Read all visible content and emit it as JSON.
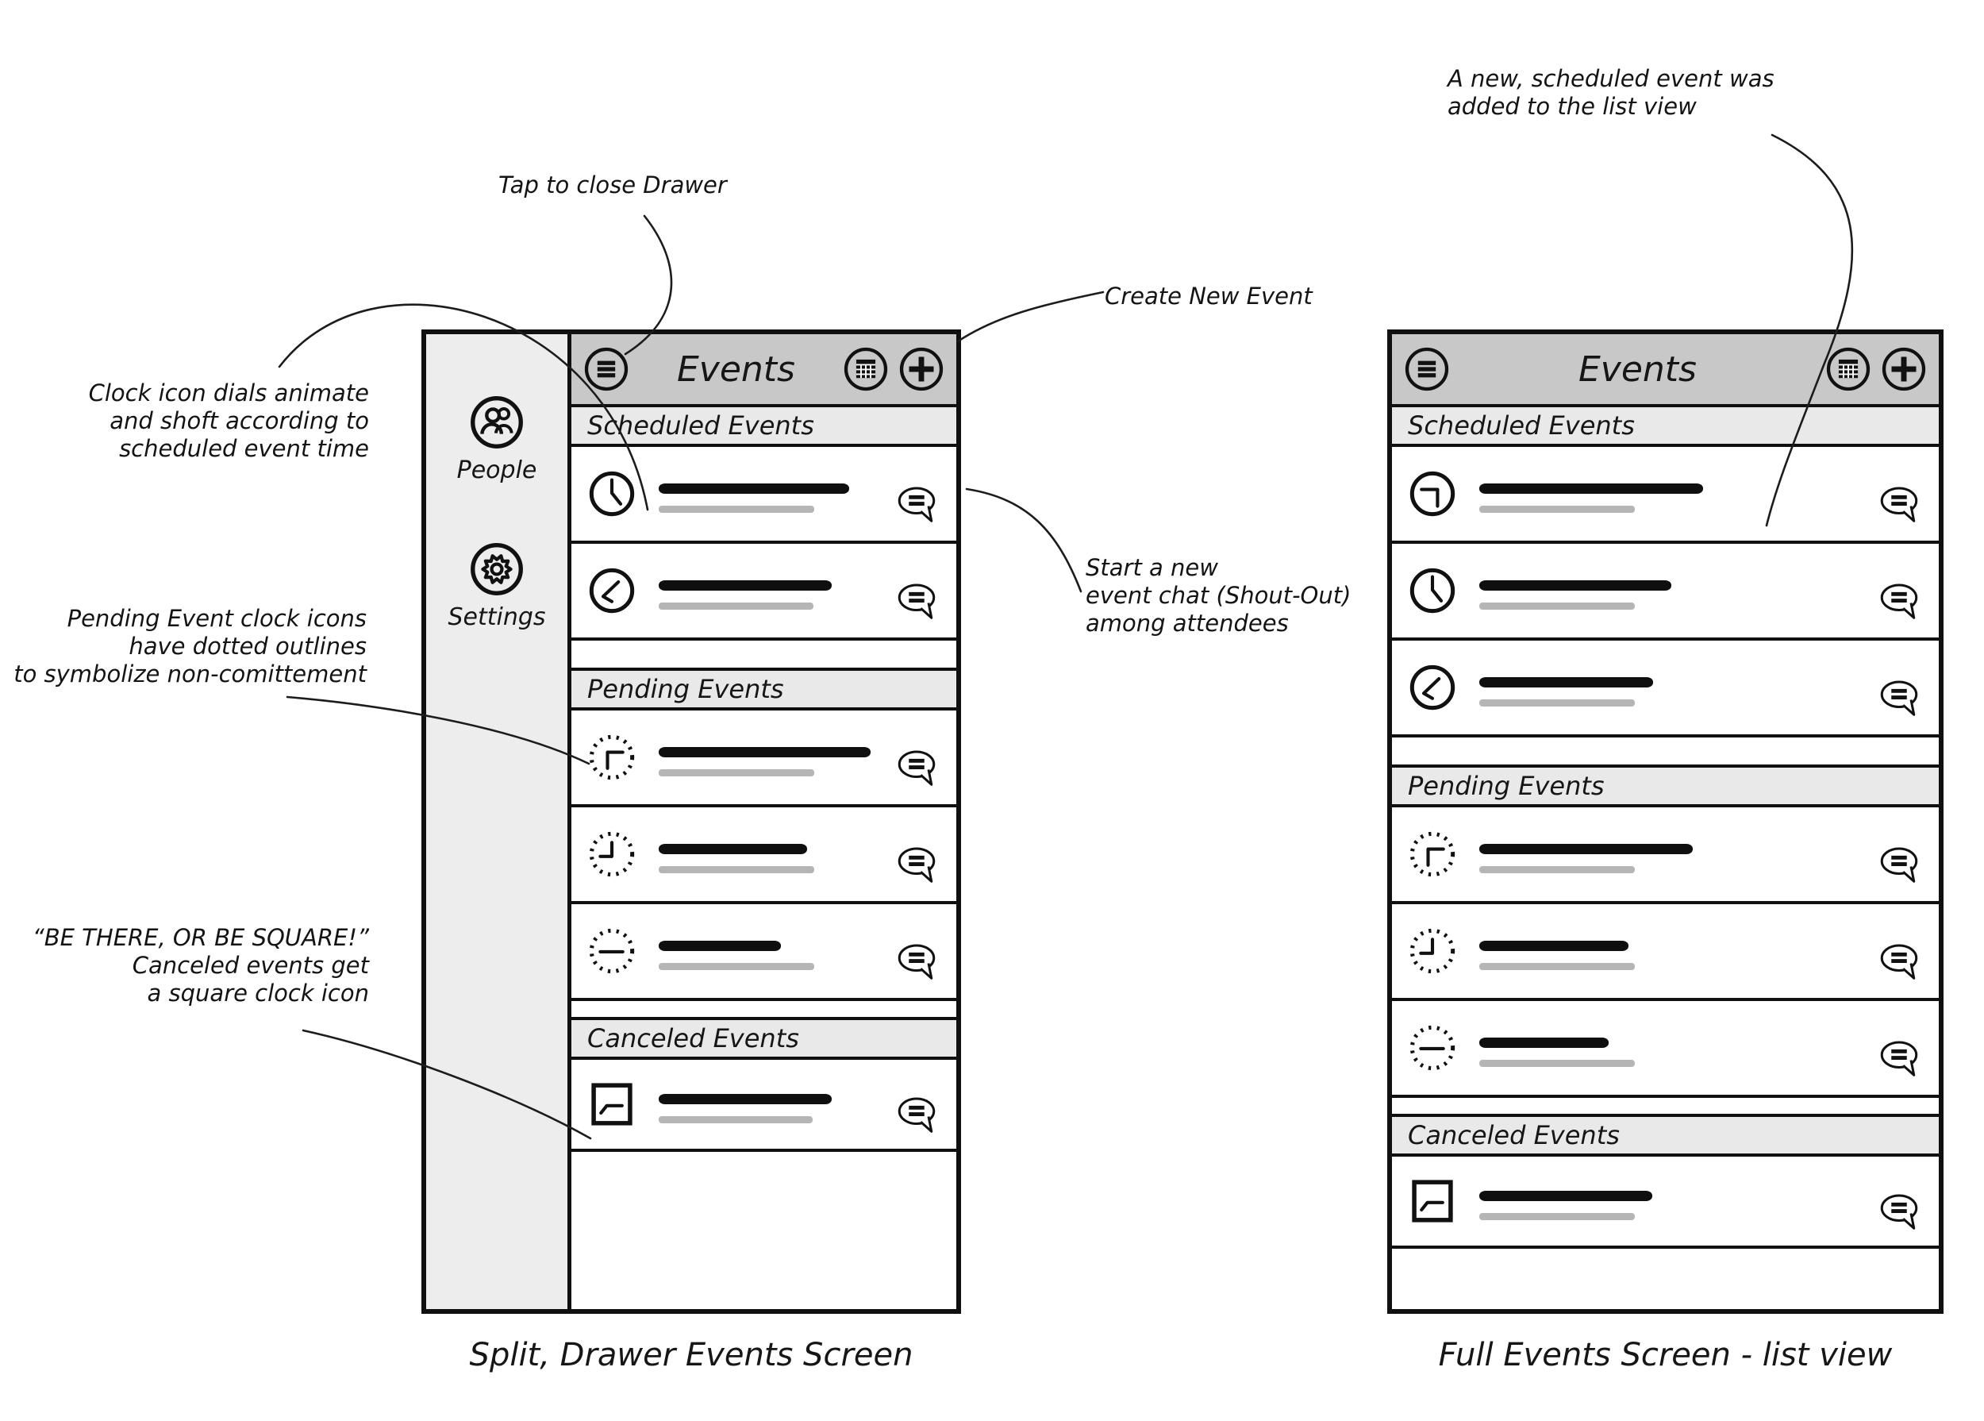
{
  "annotations": {
    "tap_to_close": "Tap to close Drawer",
    "create_new_event": "Create New Event",
    "clock_dials": "Clock icon dials animate\nand shoft according to\nscheduled event time",
    "pending_dotted": "Pending Event clock icons\nhave dotted outlines\nto symbolize non-comittement",
    "be_square": "“BE THERE, OR BE SQUARE!”\nCanceled events get\na square clock icon",
    "shout_out": "Start a new\nevent chat (Shout-Out)\namong attendees",
    "new_event_added": "A new, scheduled event was\nadded to the list view"
  },
  "captions": {
    "left": "Split, Drawer Events Screen",
    "right": "Full Events Screen - list view"
  },
  "header": {
    "title": "Events"
  },
  "sections": {
    "scheduled": "Scheduled Events",
    "pending": "Pending Events",
    "canceled": "Canceled Events"
  },
  "drawer": {
    "people_label": "People",
    "settings_label": "Settings"
  },
  "icons": {
    "menu": "#ic-menu",
    "calendar": "#ic-calendar",
    "add": "#ic-plus",
    "chat": "#ic-chat",
    "people": "#ic-people",
    "settings": "#ic-gear"
  },
  "left_screen": {
    "rows": [
      {
        "section": "scheduled",
        "icon": "#clock-solid-12-4",
        "title_w": 240,
        "sub_w": 196
      },
      {
        "section": "scheduled",
        "icon": "#clock-solid-745",
        "title_w": 218,
        "sub_w": 195
      },
      {
        "section": "pending",
        "icon": "#clock-dotted-corner-dr",
        "title_w": 267,
        "sub_w": 196
      },
      {
        "section": "pending",
        "icon": "#clock-dotted-corner-ul",
        "title_w": 187,
        "sub_w": 196
      },
      {
        "section": "pending",
        "icon": "#clock-dotted-horizontal",
        "title_w": 154,
        "sub_w": 196
      },
      {
        "section": "canceled",
        "icon": "#clock-square",
        "title_w": 218,
        "sub_w": 194
      }
    ]
  },
  "right_screen": {
    "rows": [
      {
        "section": "scheduled",
        "icon": "#clock-solid-7shape",
        "title_w": 282,
        "sub_w": 196
      },
      {
        "section": "scheduled",
        "icon": "#clock-solid-12-4",
        "title_w": 242,
        "sub_w": 196
      },
      {
        "section": "scheduled",
        "icon": "#clock-solid-745",
        "title_w": 219,
        "sub_w": 196
      },
      {
        "section": "pending",
        "icon": "#clock-dotted-corner-dr",
        "title_w": 269,
        "sub_w": 196
      },
      {
        "section": "pending",
        "icon": "#clock-dotted-corner-ul",
        "title_w": 188,
        "sub_w": 196
      },
      {
        "section": "pending",
        "icon": "#clock-dotted-horizontal",
        "title_w": 163,
        "sub_w": 196
      },
      {
        "section": "canceled",
        "icon": "#clock-square",
        "title_w": 218,
        "sub_w": 196
      }
    ]
  },
  "colors": {
    "ink": "#101010",
    "appbar_bg": "#c8c8c8",
    "section_bg": "#e9e9e9",
    "drawer_bg": "#ededed",
    "title_bar": "#0f0f0f",
    "sub_bar": "#b5b5b5"
  }
}
